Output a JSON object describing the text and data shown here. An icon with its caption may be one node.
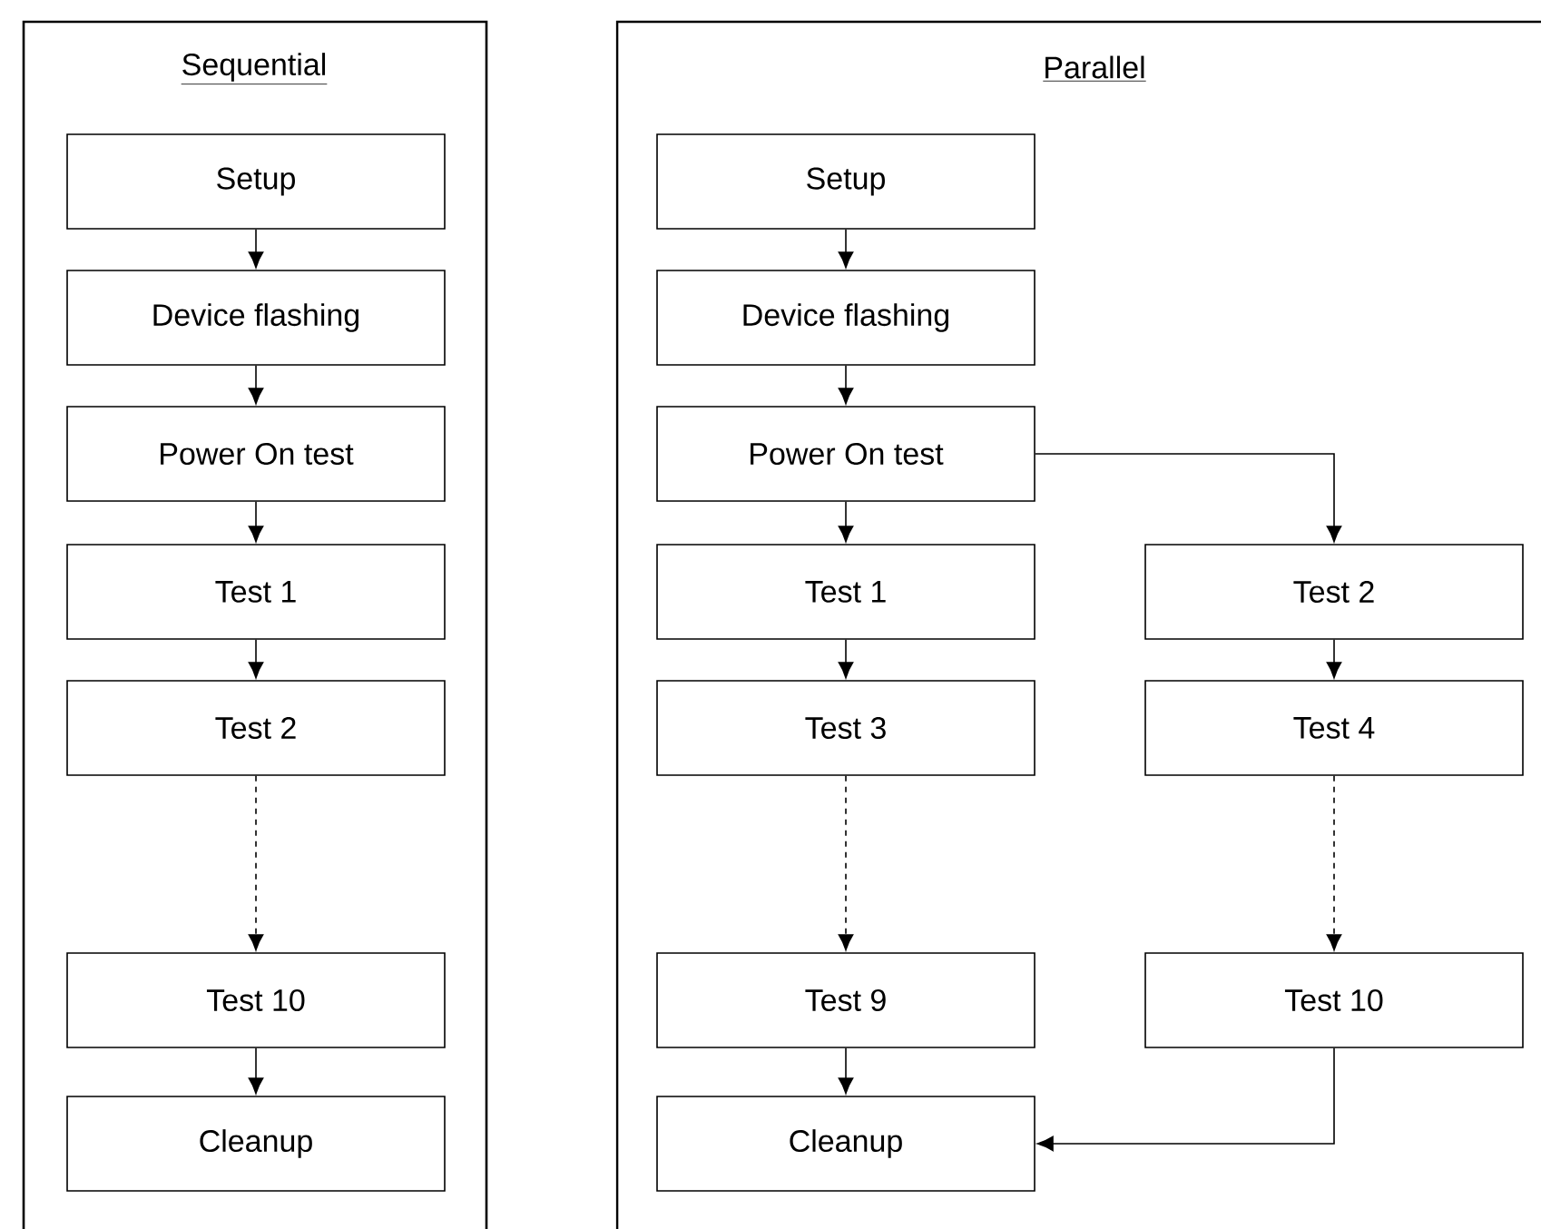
{
  "diagram": {
    "nodes": [
      {
        "text": [
          "Sequential"
        ]
      },
      {
        "text": [
          "Setup"
        ],
        "in": 0
      },
      {
        "text": [
          "Device flashing"
        ],
        "in": 0
      },
      {
        "text": [
          "Power On test"
        ],
        "in": 0
      },
      {
        "text": [
          "Test 1"
        ],
        "in": 0
      },
      {
        "text": [
          "Test 2"
        ],
        "in": 0
      },
      {
        "text": [
          "Test 10"
        ],
        "in": 0
      },
      {
        "text": [
          "Cleanup"
        ],
        "in": 0
      },
      {
        "text": [
          "Parallel"
        ]
      },
      {
        "text": [
          "Setup"
        ],
        "in": 8
      },
      {
        "text": [
          "Device flashing"
        ],
        "in": 8
      },
      {
        "text": [
          "Power On test"
        ],
        "in": 8
      },
      {
        "text": [
          "Test 1"
        ],
        "in": 8
      },
      {
        "text": [
          "Test 2"
        ],
        "in": 8
      },
      {
        "text": [
          "Test 3"
        ],
        "in": 8
      },
      {
        "text": [
          "Test 4"
        ],
        "in": 8
      },
      {
        "text": [
          "Test 9"
        ],
        "in": 8
      },
      {
        "text": [
          "Test 10"
        ],
        "in": 8
      },
      {
        "text": [
          "Cleanup"
        ],
        "in": 8
      }
    ],
    "edges": [
      {
        "from": 1,
        "to": 2,
        "arrow": "to"
      },
      {
        "from": 2,
        "to": 3,
        "arrow": "to"
      },
      {
        "from": 3,
        "to": 4,
        "arrow": "to"
      },
      {
        "from": 4,
        "to": 5,
        "arrow": "to"
      },
      {
        "from": 5,
        "to": 6,
        "arrow": "to",
        "style": "dashed"
      },
      {
        "from": 6,
        "to": 7,
        "arrow": "to"
      },
      {
        "from": 9,
        "to": 10,
        "arrow": "to"
      },
      {
        "from": 10,
        "to": 11,
        "arrow": "to"
      },
      {
        "from": 11,
        "to": 12,
        "arrow": "to"
      },
      {
        "from": 11,
        "to": 13,
        "arrow": "to"
      },
      {
        "from": 12,
        "to": 14,
        "arrow": "to"
      },
      {
        "from": 13,
        "to": 15,
        "arrow": "to"
      },
      {
        "from": 14,
        "to": 16,
        "arrow": "to",
        "style": "dashed"
      },
      {
        "from": 15,
        "to": 17,
        "arrow": "to",
        "style": "dashed"
      },
      {
        "from": 16,
        "to": 18,
        "arrow": "to"
      },
      {
        "from": 17,
        "to": 18,
        "arrow": "to"
      }
    ]
  }
}
